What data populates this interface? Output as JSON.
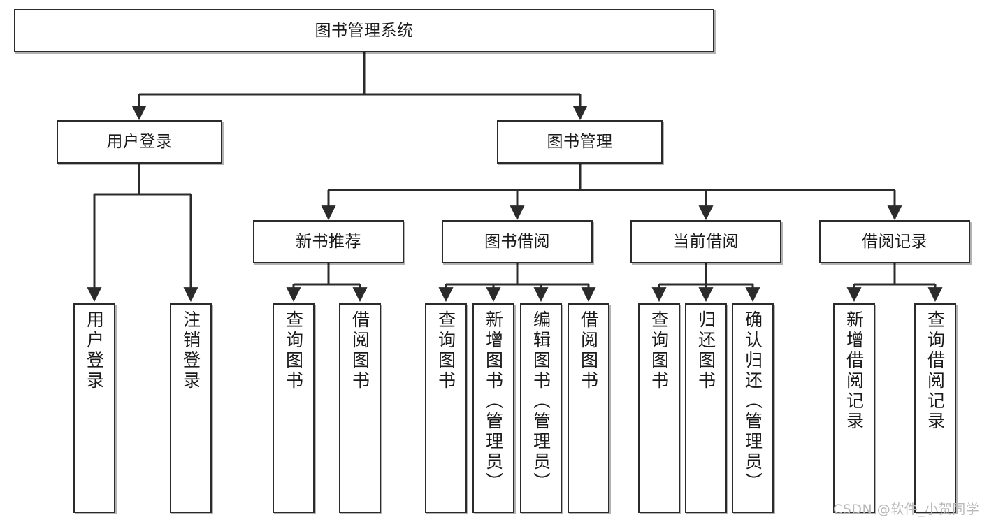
{
  "diagram": {
    "title_node": {
      "label": "图书管理系统"
    },
    "level2": [
      {
        "label": "用户登录"
      },
      {
        "label": "图书管理"
      }
    ],
    "level3": [
      {
        "label": "新书推荐"
      },
      {
        "label": "图书借阅"
      },
      {
        "label": "当前借阅"
      },
      {
        "label": "借阅记录"
      }
    ],
    "leaves": {
      "user_login": [
        {
          "label": "用户登录"
        },
        {
          "label": "注销登录"
        }
      ],
      "new_book_recommend": [
        {
          "label": "查询图书"
        },
        {
          "label": "借阅图书"
        }
      ],
      "book_borrow": [
        {
          "label": "查询图书"
        },
        {
          "label": "新增图书（管理员）"
        },
        {
          "label": "编辑图书（管理员）"
        },
        {
          "label": "借阅图书"
        }
      ],
      "current_borrow": [
        {
          "label": "查询图书"
        },
        {
          "label": "归还图书"
        },
        {
          "label": "确认归还（管理员）"
        }
      ],
      "borrow_record": [
        {
          "label": "新增借阅记录"
        },
        {
          "label": "查询借阅记录"
        }
      ]
    },
    "watermark": {
      "text": "CSDN @软件_小贺同学"
    },
    "colors": {
      "stroke": "#2b2b2b",
      "fill": "#ffffff",
      "text": "#1a1a1a",
      "watermark": "#b9b9b9"
    }
  }
}
